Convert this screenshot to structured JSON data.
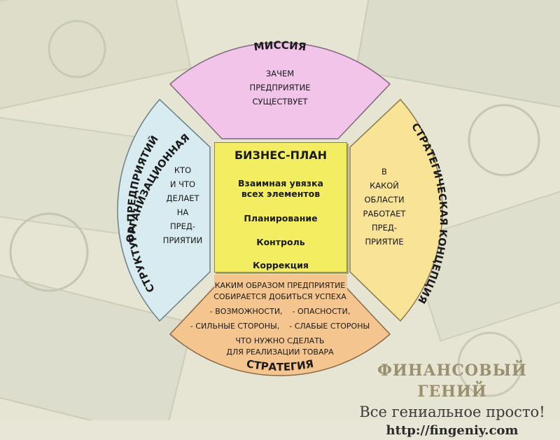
{
  "center": {
    "title": "БИЗНЕС-ПЛАН",
    "line1": "Взаимная увязка",
    "line2": "всех элементов",
    "line3": "Планирование",
    "line4": "Контроль",
    "line5": "Коррекция"
  },
  "mission": {
    "label": "МИССИЯ",
    "lines": [
      "ЗАЧЕМ",
      "ПРЕДПРИЯТИЕ",
      "СУЩЕСТВУЕТ"
    ]
  },
  "org_structure": {
    "label_outer": "ОРГАНИЗАЦИОННАЯ",
    "label_inner": "СТРУКТУРА ПРЕДПРИЯТИЙ",
    "lines": [
      "КТО",
      "И ЧТО",
      "ДЕЛАЕТ",
      "НА",
      "ПРЕД-",
      "ПРИЯТИИ"
    ]
  },
  "strategic_concept": {
    "label": "СТРАТЕГИЧЕСКАЯ КОНЦЕПЦИЯ",
    "lines": [
      "В",
      "КАКОЙ",
      "ОБЛАСТИ",
      "РАБОТАЕТ",
      "ПРЕД-",
      "ПРИЯТИЕ"
    ]
  },
  "strategy": {
    "label": "СТРАТЕГИЯ",
    "line1": "КАКИМ ОБРАЗОМ ПРЕДПРИЯТИЕ",
    "line2": "СОБИРАЕТСЯ ДОБИТЬСЯ УСПЕХА",
    "line3": "- ВОЗМОЖНОСТИ,    - ОПАСНОСТИ,",
    "line4": "- СИЛЬНЫЕ СТОРОНЫ,    - СЛАБЫЕ СТОРОНЫ",
    "line5": "ЧТО НУЖНО СДЕЛАТЬ",
    "line6": "ДЛЯ РЕАЛИЗАЦИИ ТОВАРА"
  },
  "brand": {
    "name": "ФИНАНСОВЫЙ ГЕНИЙ",
    "slogan": "Все гениальное просто!",
    "url": "http://fingeniy.com"
  },
  "colors": {
    "mission": "#f2c4ea",
    "org_structure": "#d7ebf0",
    "strategic_concept": "#f8e397",
    "strategy": "#f4c58e",
    "center": "#f3ee61"
  }
}
